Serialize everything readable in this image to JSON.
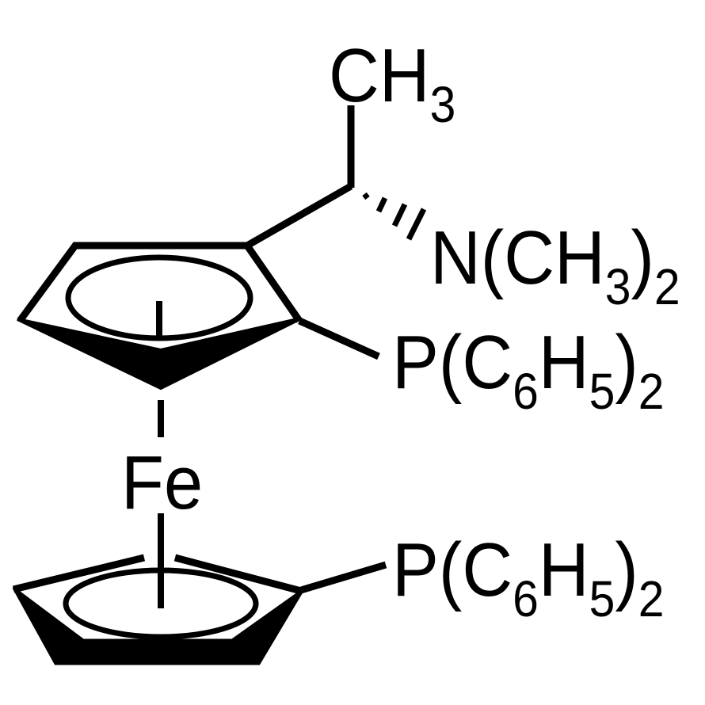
{
  "molecule": {
    "name": "(R)-1-[(S)-2-(Diphenylphosphino)ferrocenyl]ethyl dimethylamine (PPFA-type) with 1'-diphenylphosphino",
    "colors": {
      "ink": "#000000",
      "background": "#ffffff"
    }
  },
  "labels": {
    "methyl": {
      "main": "CH",
      "sub": "3"
    },
    "amine": {
      "n": "N(CH",
      "sub1": "3",
      "close": ")",
      "sub2": "2"
    },
    "phosphine_upper": {
      "p": "P(C",
      "sub1": "6",
      "h": "H",
      "sub2": "5",
      "close": ")",
      "sub3": "2"
    },
    "iron": "Fe",
    "phosphine_lower": {
      "p": "P(C",
      "sub1": "6",
      "h": "H",
      "sub2": "5",
      "close": ")",
      "sub3": "2"
    }
  },
  "atoms": [
    {
      "id": "CH3",
      "label": "CH3"
    },
    {
      "id": "N",
      "label": "N(CH3)2"
    },
    {
      "id": "P1",
      "label": "P(C6H5)2"
    },
    {
      "id": "Fe",
      "label": "Fe"
    },
    {
      "id": "P2",
      "label": "P(C6H5)2"
    }
  ],
  "bonds": [
    {
      "from": "chiral-C",
      "to": "CH3",
      "type": "single"
    },
    {
      "from": "chiral-C",
      "to": "N",
      "type": "hashed-wedge"
    },
    {
      "from": "chiral-C",
      "to": "upper-Cp",
      "type": "single"
    },
    {
      "from": "upper-Cp",
      "to": "P1",
      "type": "single"
    },
    {
      "from": "upper-Cp",
      "to": "Fe",
      "type": "eta5"
    },
    {
      "from": "lower-Cp",
      "to": "Fe",
      "type": "eta5"
    },
    {
      "from": "lower-Cp",
      "to": "P2",
      "type": "single"
    }
  ]
}
